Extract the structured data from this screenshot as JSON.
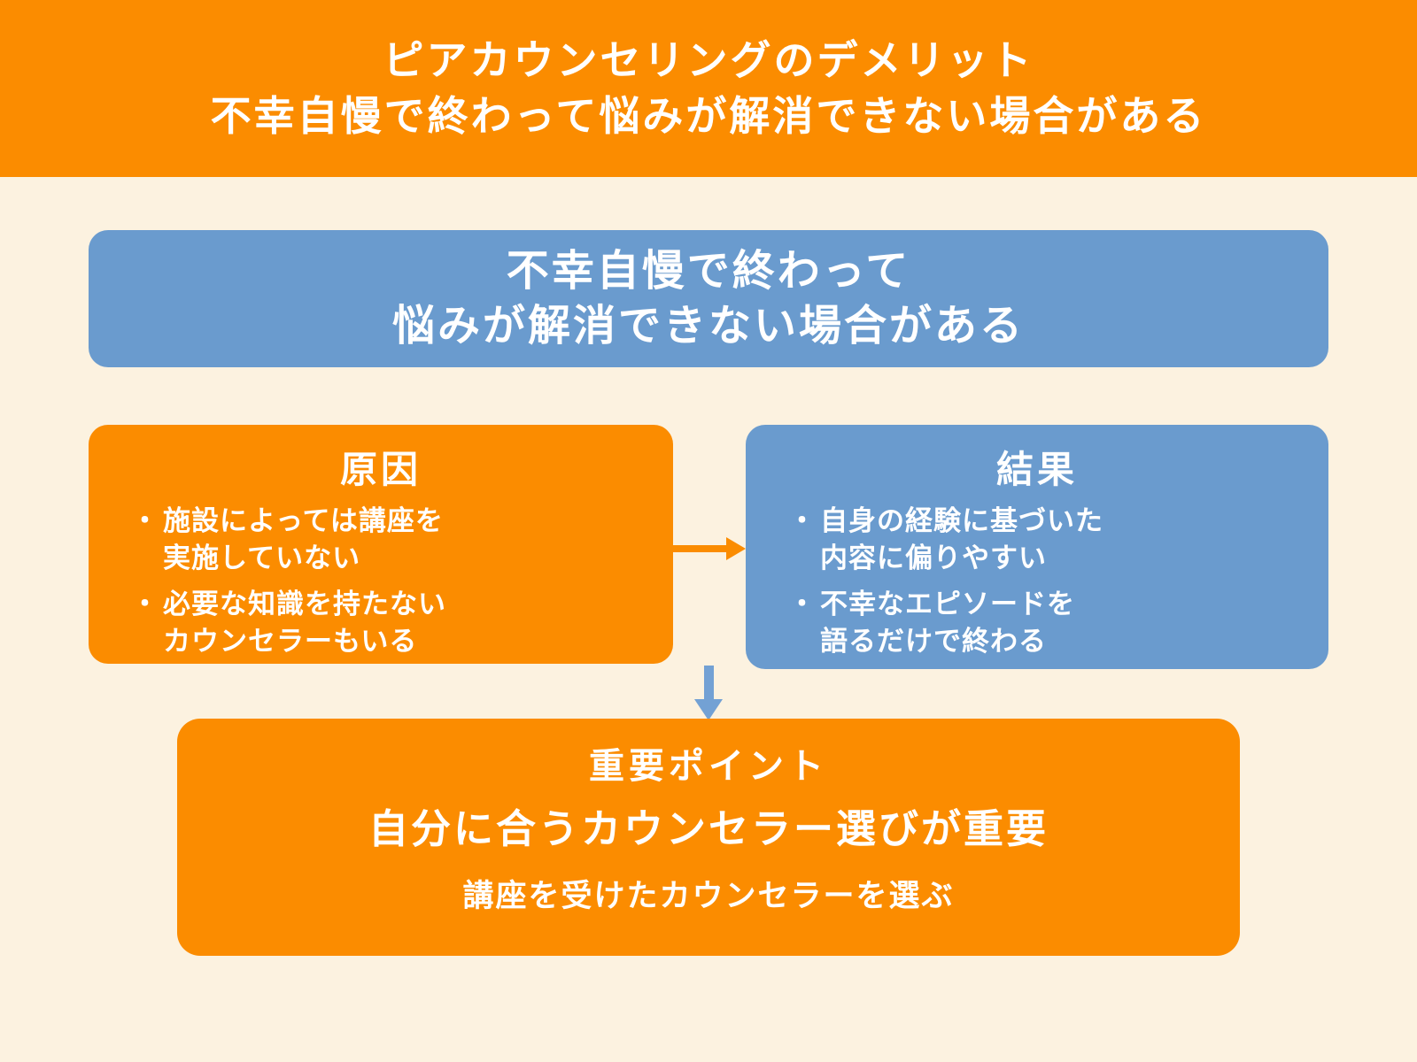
{
  "palette": {
    "orange": "#FB8C00",
    "blue": "#6A9BCE",
    "background": "#FCF2E0",
    "arrow_blue": "#73A1D4",
    "text": "#FFFFFF"
  },
  "header": {
    "line1": "ピアカウンセリングのデメリット",
    "line2": "不幸自慢で終わって悩みが解消できない場合がある"
  },
  "summary_box": {
    "line1": "不幸自慢で終わって",
    "line2": "悩みが解消できない場合がある"
  },
  "cause_box": {
    "title": "原因",
    "bullets": [
      {
        "marker": "・",
        "line1": "施設によっては講座を",
        "line2": "実施していない"
      },
      {
        "marker": "・",
        "line1": "必要な知識を持たない",
        "line2": "カウンセラーもいる"
      }
    ]
  },
  "result_box": {
    "title": "結果",
    "bullets": [
      {
        "marker": "・",
        "line1": "自身の経験に基づいた",
        "line2": "内容に偏りやすい"
      },
      {
        "marker": "・",
        "line1": "不幸なエピソードを",
        "line2": "語るだけで終わる"
      }
    ]
  },
  "point_box": {
    "title": "重要ポイント",
    "subtitle": "自分に合うカウンセラー選びが重要",
    "body": "講座を受けたカウンセラーを選ぶ"
  }
}
